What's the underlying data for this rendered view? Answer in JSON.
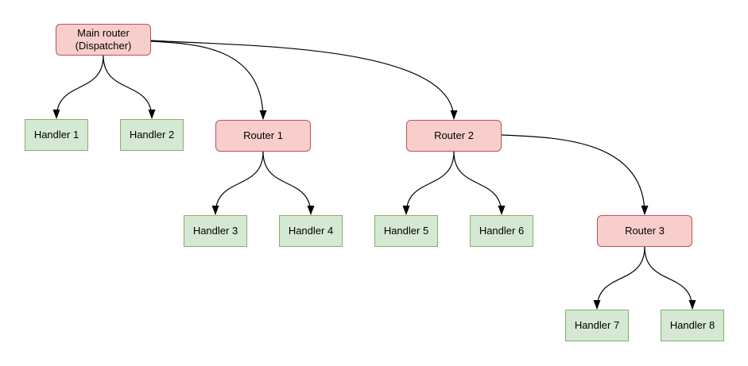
{
  "diagram": {
    "nodes": [
      {
        "id": "main-router",
        "label": "Main router\n(Dispatcher)",
        "kind": "router"
      },
      {
        "id": "handler-1",
        "label": "Handler 1",
        "kind": "handler"
      },
      {
        "id": "handler-2",
        "label": "Handler 2",
        "kind": "handler"
      },
      {
        "id": "router-1",
        "label": "Router 1",
        "kind": "router"
      },
      {
        "id": "handler-3",
        "label": "Handler 3",
        "kind": "handler"
      },
      {
        "id": "handler-4",
        "label": "Handler 4",
        "kind": "handler"
      },
      {
        "id": "router-2",
        "label": "Router 2",
        "kind": "router"
      },
      {
        "id": "handler-5",
        "label": "Handler 5",
        "kind": "handler"
      },
      {
        "id": "handler-6",
        "label": "Handler 6",
        "kind": "handler"
      },
      {
        "id": "router-3",
        "label": "Router 3",
        "kind": "router"
      },
      {
        "id": "handler-7",
        "label": "Handler 7",
        "kind": "handler"
      },
      {
        "id": "handler-8",
        "label": "Handler 8",
        "kind": "handler"
      }
    ],
    "edges": [
      {
        "from": "main-router",
        "to": "handler-1"
      },
      {
        "from": "main-router",
        "to": "handler-2"
      },
      {
        "from": "main-router",
        "to": "router-1"
      },
      {
        "from": "main-router",
        "to": "router-2"
      },
      {
        "from": "router-1",
        "to": "handler-3"
      },
      {
        "from": "router-1",
        "to": "handler-4"
      },
      {
        "from": "router-2",
        "to": "handler-5"
      },
      {
        "from": "router-2",
        "to": "handler-6"
      },
      {
        "from": "router-2",
        "to": "router-3"
      },
      {
        "from": "router-3",
        "to": "handler-7"
      },
      {
        "from": "router-3",
        "to": "handler-8"
      }
    ],
    "colors": {
      "router_fill": "#f8cecc",
      "router_border": "#b85450",
      "handler_fill": "#d5e8d4",
      "handler_border": "#82b366",
      "edge": "#000000",
      "background": "#ffffff"
    }
  }
}
